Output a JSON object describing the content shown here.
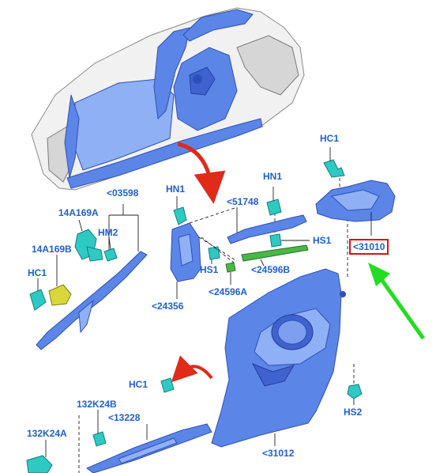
{
  "callouts": {
    "hc1_top": "HC1",
    "hn1_left": "HN1",
    "hn1_mid": "HN1",
    "p51748": "<51748",
    "p03598": "<03598",
    "p14a169a": "14A169A",
    "hm2": "HM2",
    "p14a169b": "14A169B",
    "hc1_left": "HC1",
    "hs1_right": "HS1",
    "p31010": "<31010",
    "hs1_mid": "HS1",
    "p24596b": "<24596B",
    "p24596a": "<24596A",
    "p24356": "<24356",
    "hc1_lower": "HC1",
    "p132k24b": "132K24B",
    "p13228": "<13228",
    "p132k24a": "132K24A",
    "hs2": "HS2",
    "p31012": "<31012"
  },
  "colors": {
    "part_blue": "#5b86e8",
    "callout_blue": "#1e5fd0",
    "highlight_red": "#e01010",
    "arrow_red": "#e02a1a",
    "arrow_green": "#22dd22",
    "clip_teal": "#2fc9c4"
  }
}
